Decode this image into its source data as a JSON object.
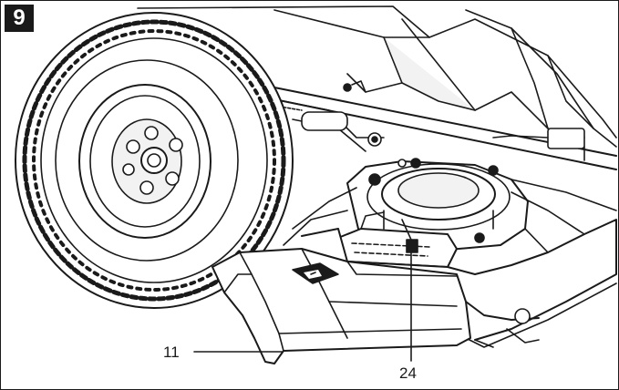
{
  "figure": {
    "number": "9",
    "callouts": [
      {
        "id": "11",
        "label": "11"
      },
      {
        "id": "24",
        "label": "24"
      }
    ]
  },
  "colors": {
    "line": "#1a1a1a",
    "fill": "#ffffff",
    "shade": "#e6e6e6",
    "badge": "#1a1a1a"
  },
  "icons": [
    "wheel-illustration",
    "engine-illustration",
    "deck-illustration",
    "chute-illustration"
  ]
}
